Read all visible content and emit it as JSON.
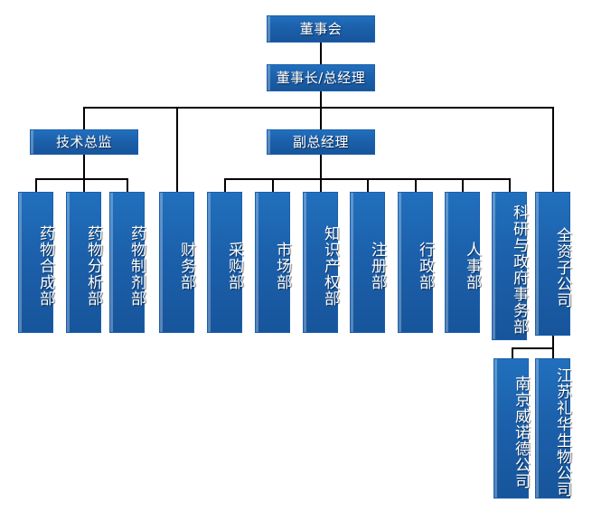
{
  "chart_data": {
    "type": "diagram",
    "diagram_kind": "organization-chart",
    "title": "",
    "colors": {
      "node_fill": "#1c60ab",
      "node_fill_light": "#2170bd",
      "node_border": "#1a5fad",
      "connector": "#000000",
      "text": "#ffffff",
      "background": "#ffffff"
    },
    "nodes": [
      {
        "id": "board",
        "label": "董事会",
        "orientation": "horizontal",
        "level": 0
      },
      {
        "id": "chairman",
        "label": "董事长/总经理",
        "orientation": "horizontal",
        "level": 1
      },
      {
        "id": "tech_dir",
        "label": "技术总监",
        "orientation": "horizontal",
        "level": 2
      },
      {
        "id": "deputy_gm",
        "label": "副总经理",
        "orientation": "horizontal",
        "level": 2
      },
      {
        "id": "synthesis",
        "label": "药物合成部",
        "orientation": "vertical",
        "level": 3
      },
      {
        "id": "analysis",
        "label": "药物分析部",
        "orientation": "vertical",
        "level": 3
      },
      {
        "id": "formulation",
        "label": "药物制剂部",
        "orientation": "vertical",
        "level": 3
      },
      {
        "id": "finance",
        "label": "财务部",
        "orientation": "vertical",
        "level": 3
      },
      {
        "id": "procurement",
        "label": "采购部",
        "orientation": "vertical",
        "level": 3
      },
      {
        "id": "marketing",
        "label": "市场部",
        "orientation": "vertical",
        "level": 3
      },
      {
        "id": "ip",
        "label": "知识产权部",
        "orientation": "vertical",
        "level": 3
      },
      {
        "id": "registration",
        "label": "注册部",
        "orientation": "vertical",
        "level": 3
      },
      {
        "id": "admin",
        "label": "行政部",
        "orientation": "vertical",
        "level": 3
      },
      {
        "id": "hr",
        "label": "人事部",
        "orientation": "vertical",
        "level": 3
      },
      {
        "id": "rd_gov",
        "label": "科研与政府事务部",
        "orientation": "vertical",
        "level": 3
      },
      {
        "id": "subsidiary",
        "label": "全资子公司",
        "orientation": "vertical",
        "level": 3
      },
      {
        "id": "nanjing",
        "label": "南京威诺德公司",
        "orientation": "vertical",
        "level": 4
      },
      {
        "id": "jiangsu",
        "label": "江苏礼华生物公司",
        "orientation": "vertical",
        "level": 4
      }
    ],
    "edges": [
      {
        "from": "board",
        "to": "chairman"
      },
      {
        "from": "chairman",
        "to": "tech_dir"
      },
      {
        "from": "chairman",
        "to": "finance"
      },
      {
        "from": "chairman",
        "to": "deputy_gm"
      },
      {
        "from": "chairman",
        "to": "subsidiary"
      },
      {
        "from": "tech_dir",
        "to": "synthesis"
      },
      {
        "from": "tech_dir",
        "to": "analysis"
      },
      {
        "from": "tech_dir",
        "to": "formulation"
      },
      {
        "from": "deputy_gm",
        "to": "procurement"
      },
      {
        "from": "deputy_gm",
        "to": "marketing"
      },
      {
        "from": "deputy_gm",
        "to": "ip"
      },
      {
        "from": "deputy_gm",
        "to": "registration"
      },
      {
        "from": "deputy_gm",
        "to": "admin"
      },
      {
        "from": "deputy_gm",
        "to": "hr"
      },
      {
        "from": "deputy_gm",
        "to": "rd_gov"
      },
      {
        "from": "subsidiary",
        "to": "nanjing"
      },
      {
        "from": "subsidiary",
        "to": "jiangsu"
      }
    ]
  }
}
